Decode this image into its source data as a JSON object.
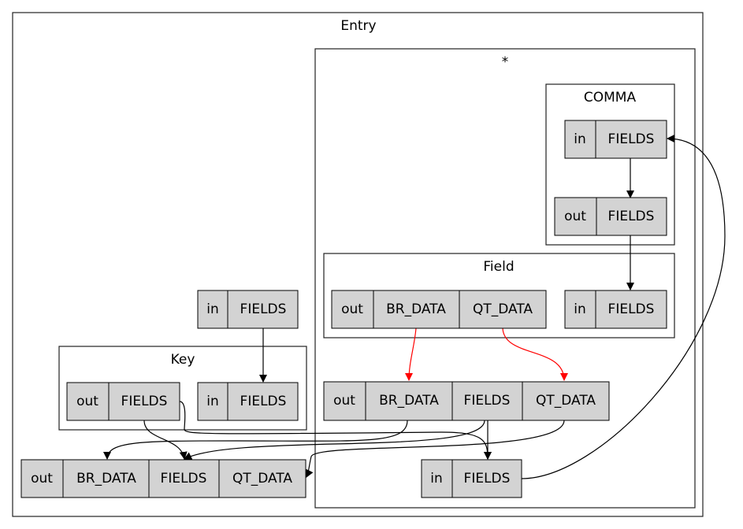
{
  "clusters": {
    "entry": "Entry",
    "star": "*",
    "comma": "COMMA",
    "field": "Field",
    "key": "Key"
  },
  "nodes": {
    "comma_in": [
      "in",
      "FIELDS"
    ],
    "comma_out": [
      "out",
      "FIELDS"
    ],
    "field_out": [
      "out",
      "BR_DATA",
      "QT_DATA"
    ],
    "field_in": [
      "in",
      "FIELDS"
    ],
    "star_out": [
      "out",
      "BR_DATA",
      "FIELDS",
      "QT_DATA"
    ],
    "star_in": [
      "in",
      "FIELDS"
    ],
    "entry_in": [
      "in",
      "FIELDS"
    ],
    "key_out": [
      "out",
      "FIELDS"
    ],
    "key_in": [
      "in",
      "FIELDS"
    ],
    "entry_out": [
      "out",
      "BR_DATA",
      "FIELDS",
      "QT_DATA"
    ]
  },
  "colors": {
    "node_fill": "#d3d3d3",
    "edge": "#000000",
    "edge_highlight": "#ff0000"
  }
}
